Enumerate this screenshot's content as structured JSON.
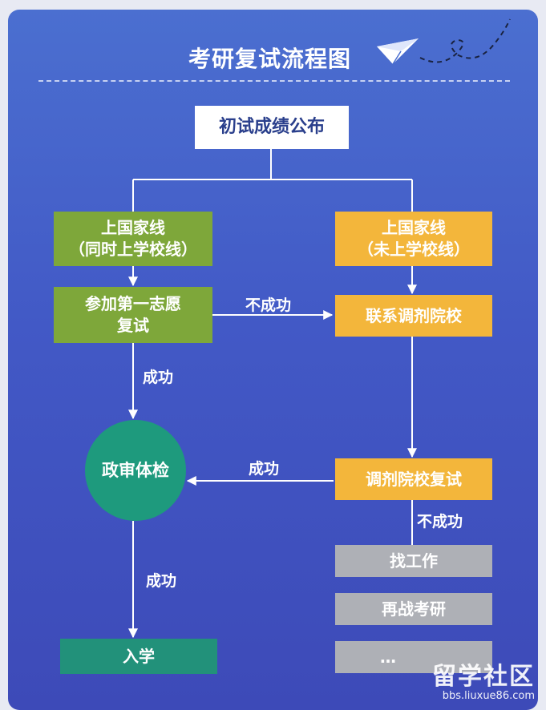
{
  "title": "考研复试流程图",
  "nodes": {
    "initial": "初试成绩公布",
    "national_both": [
      "上国家线",
      "（同时上学校线）"
    ],
    "national_not_school": [
      "上国家线",
      "（未上学校线）"
    ],
    "first_choice": [
      "参加第一志愿",
      "复试"
    ],
    "contact_adjust": "联系调剂院校",
    "political_check": "政审体检",
    "adjust_retest": "调剂院校复试",
    "find_job": "找工作",
    "retake_exam": "再战考研",
    "ellipsis": "…",
    "enroll": "入学"
  },
  "edge_labels": {
    "fail_first": "不成功",
    "success_first": "成功",
    "success_adjust": "成功",
    "fail_adjust": "不成功",
    "success_check": "成功"
  },
  "watermark": {
    "name": "留学社区",
    "url": "bbs.liuxue86.com"
  },
  "colors": {
    "green": "#7ea73a",
    "orange": "#f3b63b",
    "gray": "#aeb0b6",
    "teal": "#1e9a7d",
    "line": "#ffffff"
  }
}
